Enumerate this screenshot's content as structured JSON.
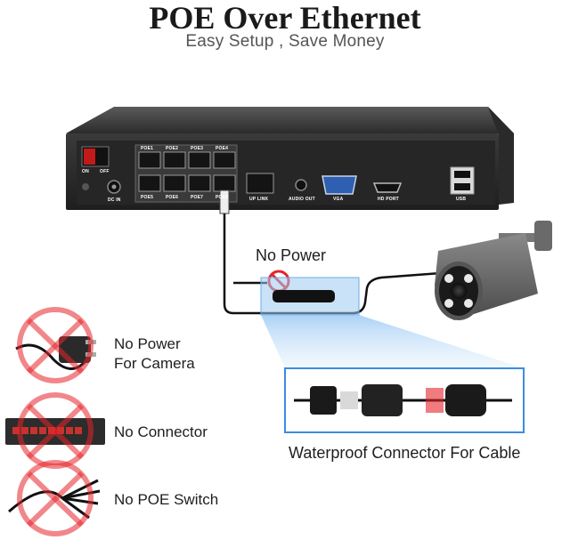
{
  "header": {
    "title": "POE Over Ethernet",
    "subtitle": "Easy Setup , Save Money"
  },
  "nvr": {
    "switch_on": "ON",
    "switch_off": "OFF",
    "dc_in": "DC IN",
    "poe_ports_top": [
      "POE1",
      "POE2",
      "POE3",
      "POE4"
    ],
    "poe_ports_bottom": [
      "POE5",
      "POE6",
      "POE7",
      "POE8"
    ],
    "uplink": "UP LINK",
    "audio_out": "AUDIO OUT",
    "vga": "VGA",
    "hd_port": "HD PORT",
    "usb": "USB"
  },
  "callouts": {
    "no_power_cable": "No Power",
    "waterproof": "Waterproof Connector For Cable"
  },
  "benefits": [
    {
      "text_line1": "No Power",
      "text_line2": "For Camera",
      "icon": "power-adapter-icon"
    },
    {
      "text_line1": "No Connector",
      "text_line2": "",
      "icon": "network-switch-icon"
    },
    {
      "text_line1": "No POE Switch",
      "text_line2": "",
      "icon": "splitter-cable-icon"
    }
  ],
  "colors": {
    "cross": "#e5242a",
    "highlight": "#3a8de0"
  }
}
